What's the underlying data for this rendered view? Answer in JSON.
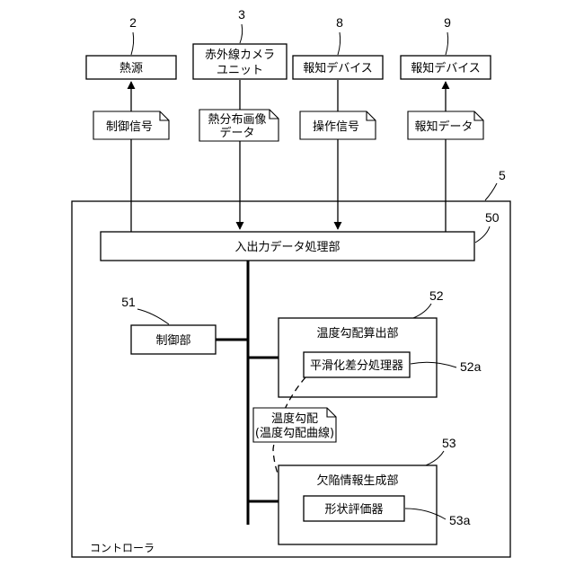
{
  "top_devices": [
    {
      "ref": "2",
      "label": "熱源"
    },
    {
      "ref": "3",
      "label_line1": "赤外線カメラ",
      "label_line2": "ユニット"
    },
    {
      "ref": "8",
      "label": "報知デバイス"
    },
    {
      "ref": "9",
      "label": "報知デバイス"
    }
  ],
  "signals": [
    {
      "label": "制御信号"
    },
    {
      "label_line1": "熱分布画像",
      "label_line2": "データ"
    },
    {
      "label": "操作信号"
    },
    {
      "label": "報知データ"
    }
  ],
  "controller": {
    "ref": "5",
    "label": "コントローラ"
  },
  "io_unit": {
    "ref": "50",
    "label": "入出力データ処理部"
  },
  "control_unit": {
    "ref": "51",
    "label": "制御部"
  },
  "gradient_unit": {
    "ref": "52",
    "label": "温度勾配算出部"
  },
  "smoothing_unit": {
    "ref": "52a",
    "label": "平滑化差分処理器"
  },
  "defect_unit": {
    "ref": "53",
    "label": "欠陥情報生成部"
  },
  "shape_unit": {
    "ref": "53a",
    "label": "形状評価器"
  },
  "gradient_note": {
    "line1": "温度勾配",
    "line2": "(温度勾配曲線)"
  }
}
